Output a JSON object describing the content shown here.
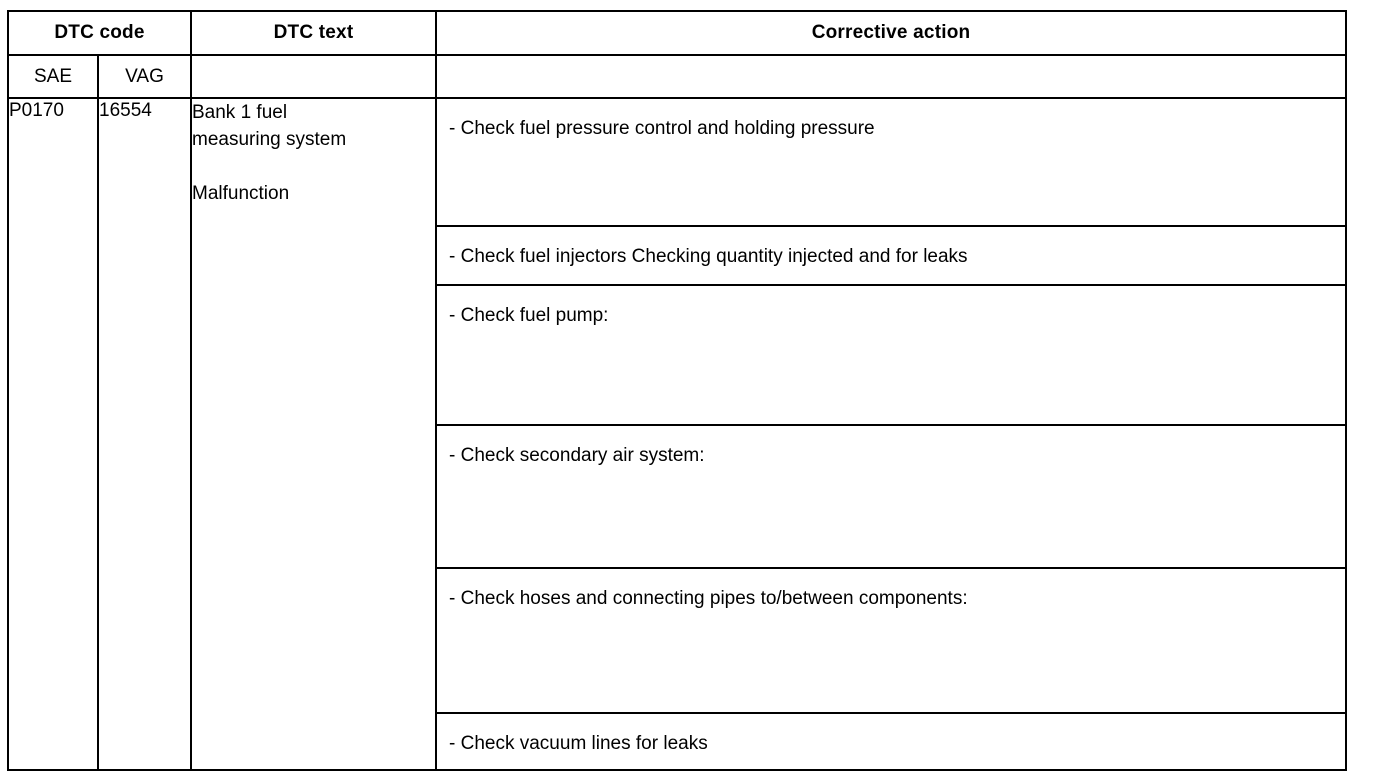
{
  "document": {
    "title": "DTC code / DTC text / Corrective action table"
  },
  "table": {
    "headers": {
      "dtc_code": "DTC code",
      "dtc_text": "DTC text",
      "corrective_action": "Corrective action",
      "sae": "SAE",
      "vag": "VAG",
      "blank_text": "",
      "blank_action": ""
    },
    "rows": [
      {
        "sae": "P0170",
        "vag": "16554",
        "dtc_text_line1": "Bank 1 fuel",
        "dtc_text_line2": "measuring system",
        "dtc_text_line3": "Malfunction",
        "actions": [
          "- Check fuel pressure control and holding pressure",
          "- Check fuel injectors  Checking quantity injected and for leaks",
          "- Check fuel pump:",
          "- Check secondary air system:",
          "- Check hoses and connecting pipes to/between components:",
          "- Check vacuum lines for leaks"
        ]
      }
    ]
  },
  "colors": {
    "border": "#000000",
    "text": "#000000",
    "background": "#ffffff"
  }
}
